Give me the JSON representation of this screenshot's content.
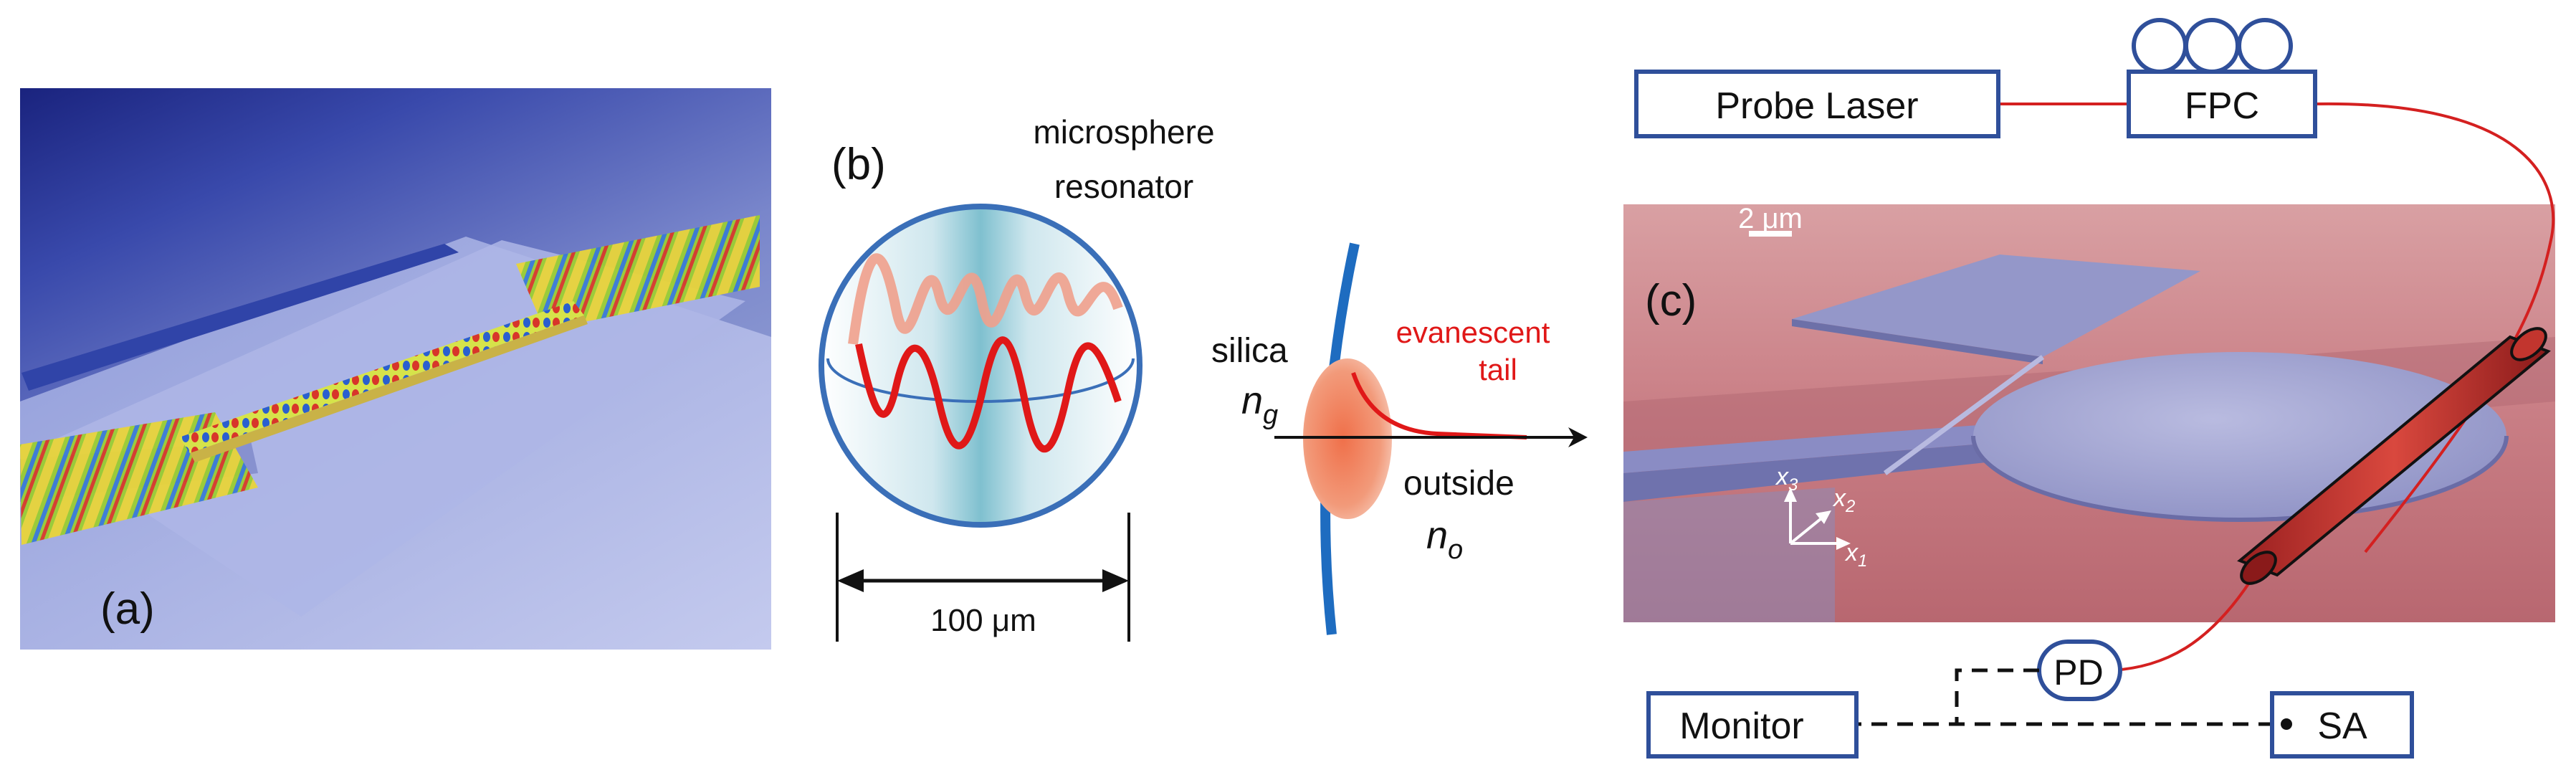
{
  "panel_a": {
    "label": "(a)"
  },
  "panel_b": {
    "label": "(b)",
    "resonator_line1": "microsphere",
    "resonator_line2": "resonator",
    "scale_label": "100 μm",
    "silica": "silica",
    "n_g_base": "n",
    "n_g_sub": "g",
    "evanescent_line1": "evanescent",
    "evanescent_line2": "tail",
    "outside": "outside",
    "n_o_base": "n",
    "n_o_sub": "o"
  },
  "panel_c": {
    "label": "(c)",
    "scale_bar": "2 μm",
    "axis_x3": "x",
    "axis_x3_sub": "3",
    "axis_x2": "x",
    "axis_x2_sub": "2",
    "axis_x1": "x",
    "axis_x1_sub": "1"
  },
  "setup": {
    "probe_laser": "Probe Laser",
    "fpc": "FPC",
    "pd": "PD",
    "monitor": "Monitor",
    "sa": "SA"
  },
  "colors": {
    "box_stroke": "#2f4f9a",
    "fiber": "#d42020",
    "sphere_stroke": "#3a6fb8",
    "evanescent_text": "#e01818"
  }
}
